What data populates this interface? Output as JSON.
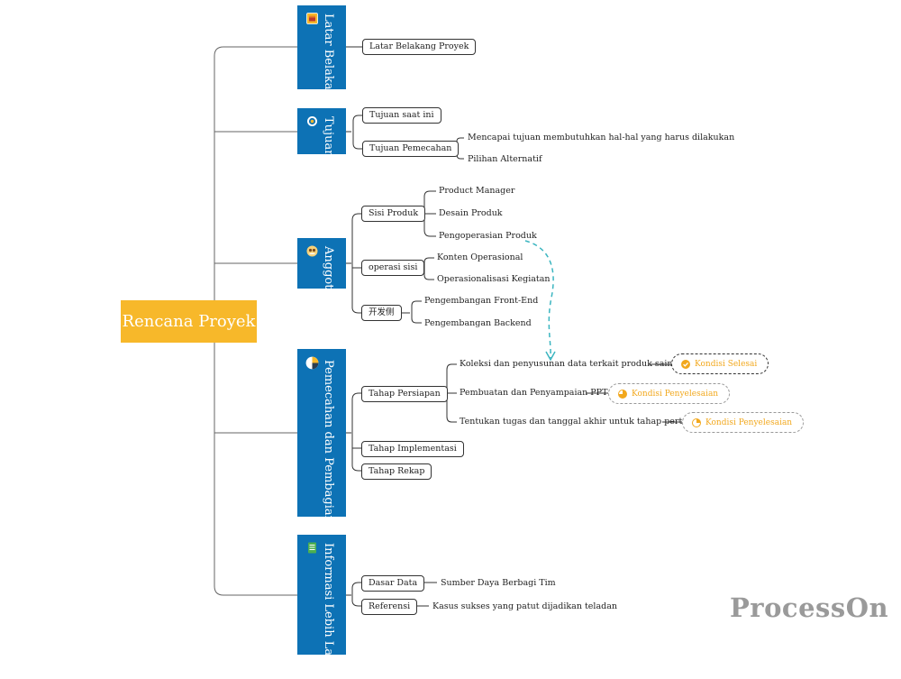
{
  "root": {
    "label": "Rencana Proyek"
  },
  "branches": [
    {
      "label": "Latar Belakang",
      "icon": "package-icon"
    },
    {
      "label": "Tujuan",
      "icon": "target-icon"
    },
    {
      "label": "Anggota",
      "icon": "people-icon"
    },
    {
      "label": "Pemecahan dan Pembagian Kerja",
      "icon": "pie-chart-icon"
    },
    {
      "label": "Informasi Lebih Lanjut",
      "icon": "document-icon"
    }
  ],
  "nodes": {
    "latar_belakang_proyek": "Latar Belakang Proyek",
    "tujuan_saat_ini": "Tujuan saat ini",
    "tujuan_pemecahan": "Tujuan Pemecahan",
    "mencapai_tujuan": "Mencapai tujuan membutuhkan hal-hal yang harus dilakukan",
    "pilihan_alternatif": "Pilihan Alternatif",
    "sisi_produk": "Sisi Produk",
    "product_manager": "Product Manager",
    "desain_produk": "Desain Produk",
    "pengoperasian_produk": "Pengoperasian Produk",
    "operasi_sisi": "operasi sisi",
    "konten_operasional": "Konten Operasional",
    "operasionalisasi_kegiatan": "Operasionalisasi Kegiatan",
    "kaifa_ce": "开发侧",
    "pengembangan_frontend": "Pengembangan Front-End",
    "pengembangan_backend": "Pengembangan Backend",
    "tahap_persiapan": "Tahap Persiapan",
    "koleksi": "Koleksi dan penyusunan data terkait produk saingan",
    "pembuatan_ppt": "Pembuatan dan Penyampaian PPT",
    "tentukan_tugas": "Tentukan tugas dan tanggal akhir untuk tahap pertama.",
    "tahap_implementasi": "Tahap Implementasi",
    "tahap_rekap": "Tahap Rekap",
    "dasar_data": "Dasar Data",
    "sumber_daya": "Sumber Daya Berbagi Tim",
    "referensi": "Referensi",
    "kasus_sukses": "Kasus sukses yang patut dijadikan teladan"
  },
  "tags": [
    {
      "label": "Kondisi Selesai",
      "status": "complete"
    },
    {
      "label": "Kondisi Penyelesaian",
      "status": "half"
    },
    {
      "label": "Kondisi Penyelesaian",
      "status": "quarter"
    }
  ],
  "colors": {
    "root": "#f7b82a",
    "branch": "#0d72b5",
    "dashed_arrow": "#3bb5c0",
    "tag_text": "#f2a81d"
  },
  "watermark": "ProcessOn"
}
